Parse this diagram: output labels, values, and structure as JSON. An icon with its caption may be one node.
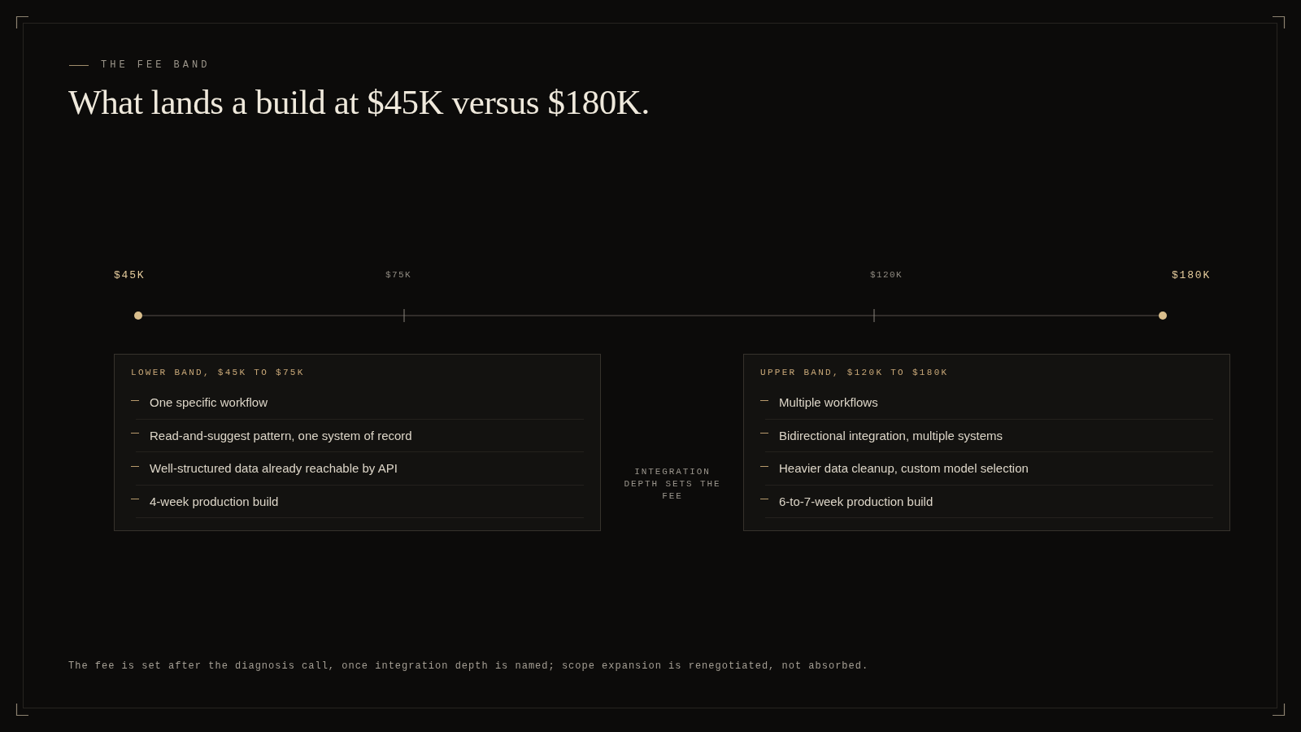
{
  "diagram": {
    "title": "What lands a build at $45K versus $180K.",
    "caption": "The fee is set after the diagnosis call, once integration depth is named; scope expansion is renegotiated, not absorbed.",
    "nodes": [
      {
        "text": [
          "LOWER BAND, $45K TO $75K",
          "One specific workflow",
          "Read-and-suggest pattern, one system of record",
          "Well-structured data already reachable by API",
          "4-week production build"
        ]
      },
      {
        "text": [
          "UPPER BAND, $120K TO $180K",
          "Multiple workflows",
          "Bidirectional integration, multiple systems",
          "Heavier data cleanup, custom model selection",
          "6-to-7-week production build"
        ]
      }
    ],
    "labels": [
      "THE FEE BAND",
      "$45K",
      "$75K",
      "$120K",
      "$180K",
      "INTEGRATION DEPTH SETS THE FEE"
    ]
  }
}
